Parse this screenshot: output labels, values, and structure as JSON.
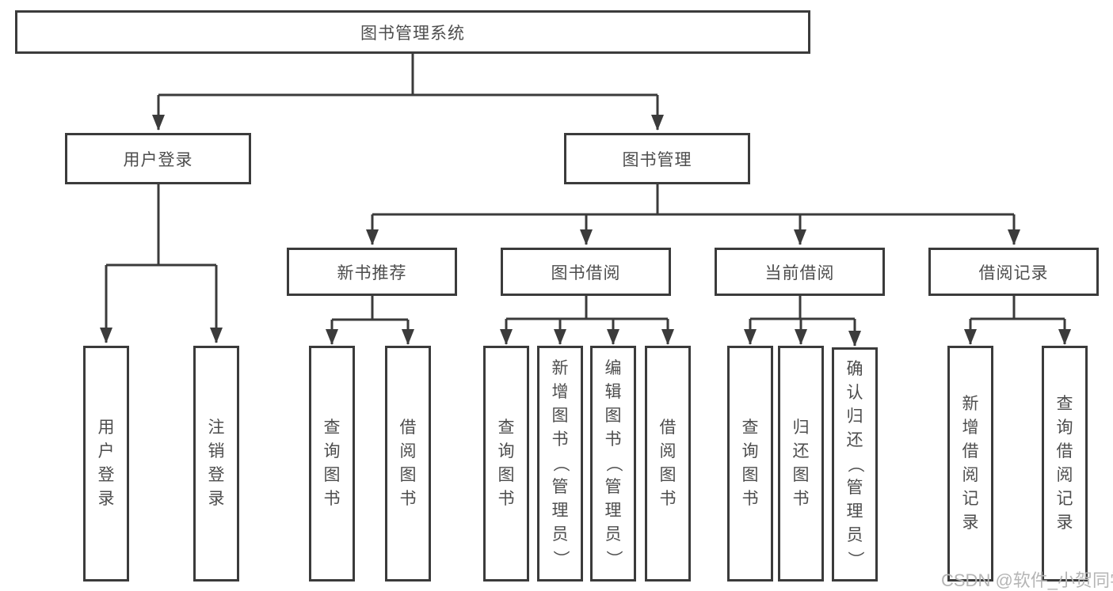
{
  "diagram": {
    "root": {
      "label": "图书管理系统"
    },
    "level2": [
      {
        "label": "用户登录"
      },
      {
        "label": "图书管理"
      }
    ],
    "level3": [
      {
        "label": "新书推荐"
      },
      {
        "label": "图书借阅"
      },
      {
        "label": "当前借阅"
      },
      {
        "label": "借阅记录"
      }
    ],
    "leaves": {
      "user_login": [
        "用户登录",
        "注销登录"
      ],
      "new_book": [
        "查询图书",
        "借阅图书"
      ],
      "book_borrow": [
        "查询图书",
        "新增图书（管理员）",
        "编辑图书（管理员）",
        "借阅图书"
      ],
      "current_borrow": [
        "查询图书",
        "归还图书",
        "确认归还（管理员）"
      ],
      "borrow_records": [
        "新增借阅记录",
        "查询借阅记录"
      ]
    },
    "watermark": "CSDN @软件_小贺同学",
    "colors": {
      "line": "#3b3b3b",
      "text": "#4d4d4d",
      "watermark": "#b5b5b5",
      "background": "#ffffff"
    }
  }
}
